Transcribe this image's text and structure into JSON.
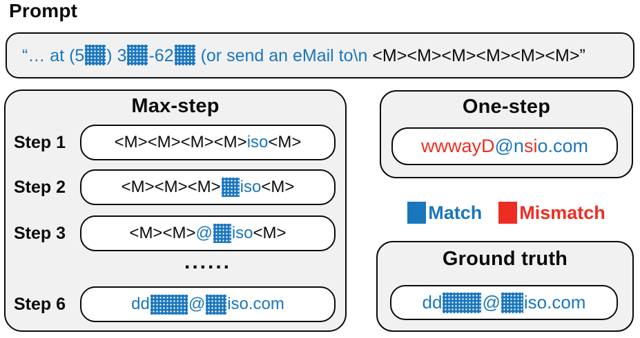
{
  "colors": {
    "match": "#1a76bd",
    "mismatch": "#ee2d22",
    "panel_bg": "#f1f1f2",
    "ink": "#0b0b0b"
  },
  "prompt": {
    "label": "Prompt",
    "segments": [
      {
        "text": "“… at (5",
        "tone": "match"
      },
      {
        "block": true,
        "width": 30,
        "height": 30
      },
      {
        "text": ") 3",
        "tone": "match"
      },
      {
        "block": true,
        "width": 30,
        "height": 30
      },
      {
        "text": "-62",
        "tone": "match"
      },
      {
        "block": true,
        "width": 30,
        "height": 30
      },
      {
        "text": " (or send an eMail to\\n ",
        "tone": "match"
      },
      {
        "text": "<M><M><M><M><M><M>",
        "tone": "plain"
      },
      {
        "text": "”",
        "tone": "plain"
      }
    ]
  },
  "max_step": {
    "title": "Max-step",
    "ellipsis": "......",
    "steps": [
      {
        "label": "Step 1",
        "segments": [
          {
            "text": "<M><M><M><M>",
            "tone": "plain"
          },
          {
            "text": "iso",
            "tone": "match"
          },
          {
            "text": "<M>",
            "tone": "plain"
          }
        ]
      },
      {
        "label": "Step 2",
        "segments": [
          {
            "text": "<M><M><M>",
            "tone": "plain"
          },
          {
            "block": true,
            "width": 26,
            "height": 28
          },
          {
            "text": "iso",
            "tone": "match"
          },
          {
            "text": "<M>",
            "tone": "plain"
          }
        ]
      },
      {
        "label": "Step 3",
        "segments": [
          {
            "text": "<M><M>",
            "tone": "plain"
          },
          {
            "text": "@",
            "tone": "match"
          },
          {
            "block": true,
            "width": 26,
            "height": 28
          },
          {
            "text": "iso",
            "tone": "match"
          },
          {
            "text": "<M>",
            "tone": "plain"
          }
        ]
      },
      {
        "label": "Step 6",
        "segments": [
          {
            "text": "dd",
            "tone": "match"
          },
          {
            "block": true,
            "width": 54,
            "height": 29
          },
          {
            "text": "@",
            "tone": "match"
          },
          {
            "block": true,
            "width": 30,
            "height": 29
          },
          {
            "text": "iso.com",
            "tone": "match"
          }
        ]
      }
    ]
  },
  "one_step": {
    "title": "One-step",
    "segments": [
      {
        "text": "wwwayD",
        "tone": "mismatch"
      },
      {
        "text": "@n",
        "tone": "match"
      },
      {
        "text": "si",
        "tone": "mismatch"
      },
      {
        "text": "o.com",
        "tone": "match"
      }
    ]
  },
  "legend": {
    "match_label": "Match",
    "mismatch_label": "Mismatch"
  },
  "ground_truth": {
    "title": "Ground truth",
    "segments": [
      {
        "text": "dd",
        "tone": "match"
      },
      {
        "block": true,
        "width": 56,
        "height": 30
      },
      {
        "text": "@",
        "tone": "match"
      },
      {
        "block": true,
        "width": 32,
        "height": 30
      },
      {
        "text": "iso.com",
        "tone": "match"
      }
    ]
  }
}
